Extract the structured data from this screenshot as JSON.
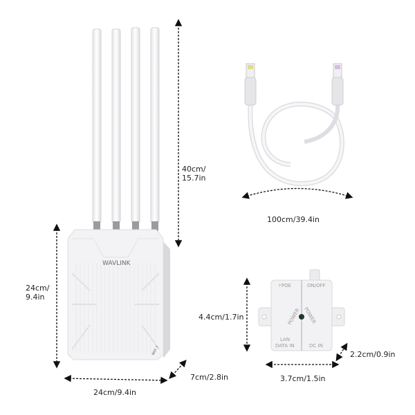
{
  "router": {
    "brand": "WAVLINK",
    "badge": "WiFi 7",
    "height_label": "24cm/\n9.4in",
    "height_line1": "24cm/",
    "height_line2": "9.4in",
    "width_label": "24cm/9.4in",
    "depth_label": "7cm/2.8in",
    "antenna_height_line1": "40cm/",
    "antenna_height_line2": "15.7in"
  },
  "cable": {
    "length_label": "100cm/39.4in"
  },
  "poe_injector": {
    "port_poe": "⚡POE",
    "switch": "ON/OFF",
    "led_text_left": "POWER",
    "led_text_right": "POWER",
    "port_lan_line1": "LAN",
    "port_lan_line2": "DATA IN",
    "port_dc": "DC IN",
    "height_label": "4.4cm/1.7in",
    "width_label": "3.7cm/1.5in",
    "depth_label": "2.2cm/0.9in"
  },
  "colors": {
    "product": "#f2f2f4",
    "arrow": "#111111",
    "led": "#1f3a2a"
  }
}
